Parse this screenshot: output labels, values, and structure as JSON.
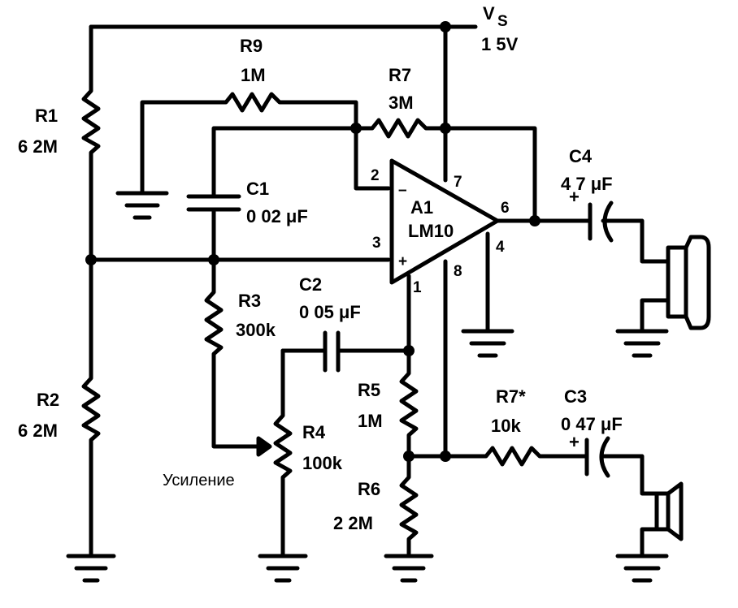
{
  "supply": {
    "label": "V",
    "subscript": "S",
    "value": "1 5V"
  },
  "opamp": {
    "ref": "A1",
    "part": "LM10",
    "pin_inv": "2",
    "pin_noninv": "3",
    "pin_out": "6",
    "pin_v": "7",
    "pin_4": "4",
    "pin_8": "8",
    "pin_1": "1",
    "minus": "–",
    "plus": "+"
  },
  "components": {
    "R1": {
      "ref": "R1",
      "value": "6 2M"
    },
    "R2": {
      "ref": "R2",
      "value": "6 2M"
    },
    "R3": {
      "ref": "R3",
      "value": "300k"
    },
    "R4": {
      "ref": "R4",
      "value": "100k"
    },
    "R5": {
      "ref": "R5",
      "value": "1M"
    },
    "R6": {
      "ref": "R6",
      "value": "2 2M"
    },
    "R7": {
      "ref": "R7",
      "value": "3M"
    },
    "R7b": {
      "ref": "R7*",
      "value": "10k"
    },
    "R9": {
      "ref": "R9",
      "value": "1M"
    },
    "C1": {
      "ref": "C1",
      "value": "0 02 μF"
    },
    "C2": {
      "ref": "C2",
      "value": "0 05 μF"
    },
    "C3": {
      "ref": "C3",
      "value": "0 47 μF",
      "polarity": "+"
    },
    "C4": {
      "ref": "C4",
      "value": "4 7 μF",
      "polarity": "+"
    }
  },
  "gain_label": "Усиление",
  "icons": [
    "headphone-icon",
    "speaker-icon",
    "ground-icon"
  ]
}
